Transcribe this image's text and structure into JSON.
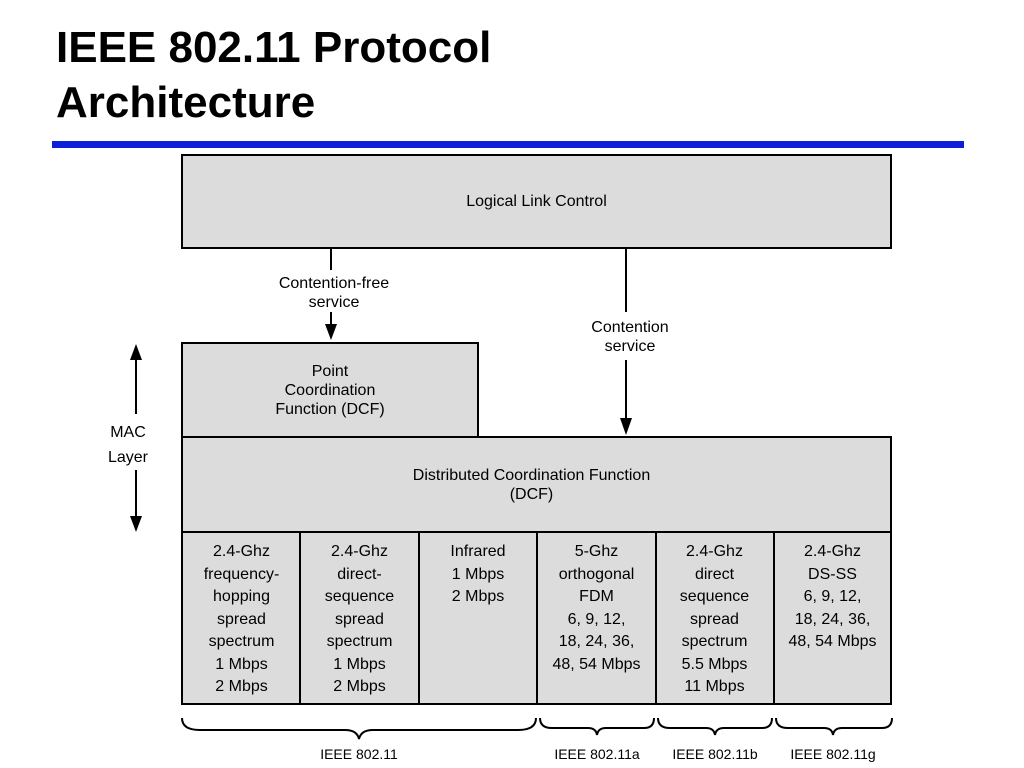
{
  "slide": {
    "title_line1": "IEEE 802.11 Protocol",
    "title_line2": "Architecture",
    "accent_color": "#0b1ed9"
  },
  "diagram": {
    "box_fill": "#dcdcdc",
    "llc": "Logical Link Control",
    "pcf": [
      "Point",
      "Coordination",
      "Function (DCF)"
    ],
    "dcf": [
      "Distributed Coordination Function",
      "(DCF)"
    ],
    "contention_free": [
      "Contention-free",
      "service"
    ],
    "contention": [
      "Contention",
      "service"
    ],
    "mac_layer": [
      "MAC",
      "Layer"
    ],
    "phy": [
      [
        "2.4-Ghz",
        "frequency-",
        "hopping",
        "spread",
        "spectrum",
        "1 Mbps",
        "2 Mbps"
      ],
      [
        "2.4-Ghz",
        "direct-",
        "sequence",
        "spread",
        "spectrum",
        "1 Mbps",
        "2 Mbps"
      ],
      [
        "Infrared",
        "1 Mbps",
        "2 Mbps"
      ],
      [
        "5-Ghz",
        "orthogonal",
        "FDM",
        "6, 9, 12,",
        "18, 24, 36,",
        "48, 54 Mbps"
      ],
      [
        "2.4-Ghz",
        "direct",
        "sequence",
        "spread",
        "spectrum",
        "5.5 Mbps",
        "11 Mbps"
      ],
      [
        "2.4-Ghz",
        "DS-SS",
        "6, 9, 12,",
        "18, 24, 36,",
        "48, 54 Mbps"
      ]
    ],
    "standards": [
      "IEEE 802.11",
      "IEEE 802.11a",
      "IEEE 802.11b",
      "IEEE 802.11g"
    ]
  }
}
